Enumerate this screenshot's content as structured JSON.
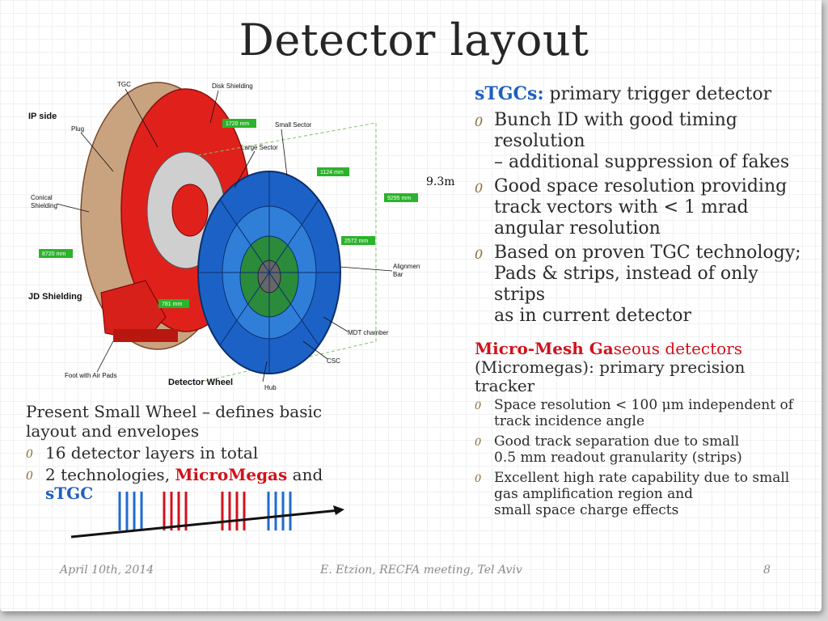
{
  "title": "Detector layout",
  "right": {
    "stgc_head_bold": "sTGCs:",
    "stgc_head_rest": " primary trigger detector",
    "stgc_bullets": [
      [
        "Bunch ID with good timing",
        "resolution",
        "– additional suppression of fakes"
      ],
      [
        "Good space resolution providing",
        "track vectors with < 1 mrad",
        "angular resolution"
      ],
      [
        "Based on proven TGC technology;",
        "Pads & strips, instead of only",
        "strips",
        "as in current detector"
      ]
    ],
    "mm_head_a": "Micro-Mesh Ga",
    "mm_head_b": "seous detectors",
    "mm_head_c": "(Micromegas): primary precision",
    "mm_head_d": "tracker",
    "mm_bullets": [
      [
        "Space resolution < 100 μm independent of",
        "track incidence angle"
      ],
      [
        "Good track separation due to small",
        "0.5 mm readout granularity (strips)"
      ],
      [
        "Excellent high rate capability due to small",
        "gas amplification region and",
        "small space charge effects"
      ]
    ]
  },
  "left": {
    "lead_1": "Present Small Wheel – defines basic",
    "lead_2": "layout and envelopes",
    "bullet1": "16 detector layers in total",
    "bullet2_a": "2 technologies, ",
    "bullet2_mm": "MicroMegas",
    "bullet2_and": " and",
    "bullet2_stgc": "sTGC"
  },
  "bullet_glyph": "0",
  "size_label": "9.3m",
  "diagram": {
    "ip_side": "IP side",
    "tgc": "TGC",
    "disk_shielding": "Disk Shielding",
    "plug": "Plug",
    "small_sector": "Small Sector",
    "large_sector": "Large Sector",
    "conical_1": "Conical",
    "conical_2": "Shielding",
    "jd_shielding": "JD Shielding",
    "alignment_1": "Alignment",
    "alignment_2": "Bar",
    "mdt": "MDT chamber",
    "csc": "CSC",
    "foot": "Foot with Air Pads",
    "detector_wheel": "Detector Wheel",
    "hub": "Hub",
    "dim_1720": "1720 mm",
    "dim_1124": "1124 mm",
    "dim_9295": "9295 mm",
    "dim_2572": "2572 mm",
    "dim_8720": "8720 mm",
    "dim_781": "781 mm"
  },
  "layers": {
    "blue_group": 4,
    "red_group": 4,
    "groups": [
      "blue",
      "red",
      "red",
      "blue"
    ]
  },
  "footer": {
    "date": "April 10th, 2014",
    "center": "E. Etzion, RECFA meeting, Tel Aviv",
    "page": "8"
  },
  "colors": {
    "stgc_blue": "#1f5fbf",
    "mm_red": "#d1121b",
    "bullet": "#8a6d3b"
  }
}
